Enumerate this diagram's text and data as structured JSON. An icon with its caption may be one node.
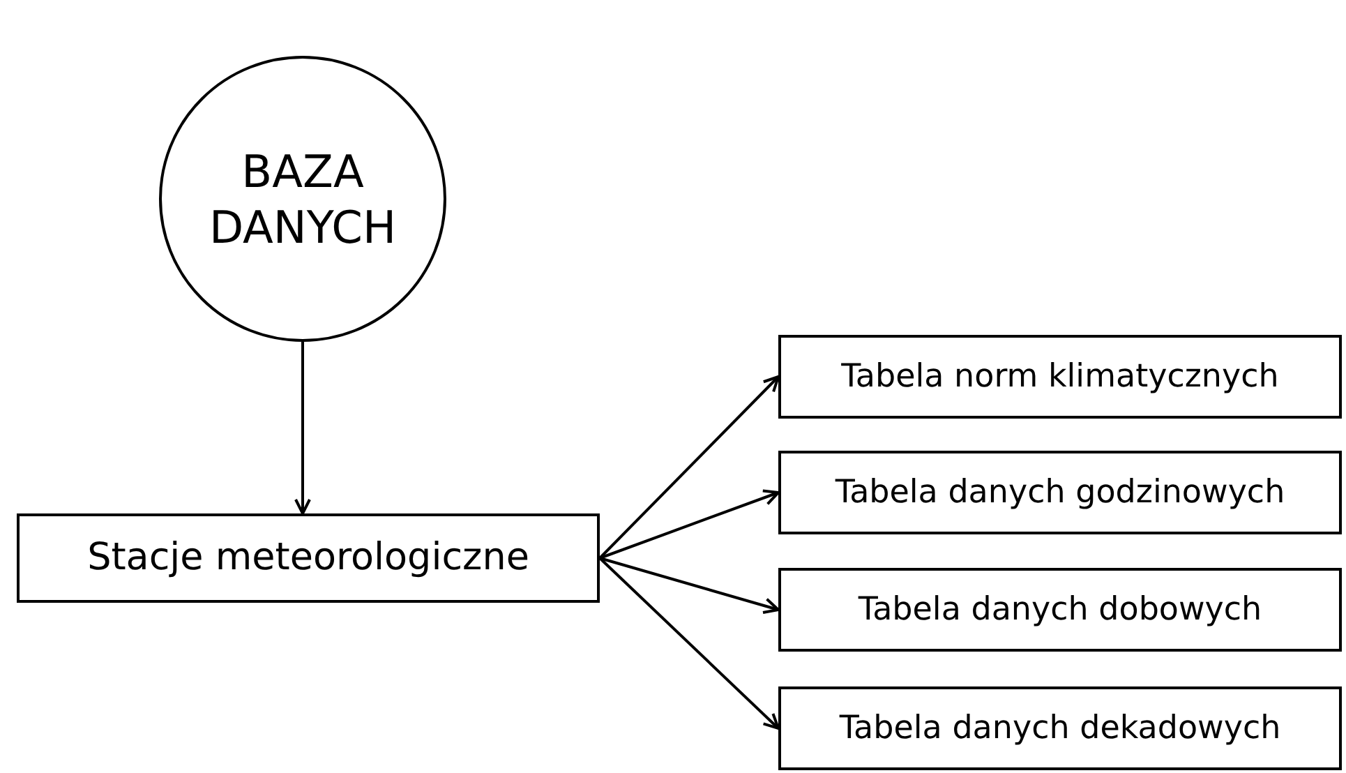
{
  "diagram": {
    "nodes": [
      {
        "text": [
          "BAZA DANYCH"
        ]
      },
      {
        "text": [
          "Stacje meteorologiczne"
        ]
      },
      {
        "text": [
          "Tabela norm klimatycznych"
        ]
      },
      {
        "text": [
          "Tabela danych godzinowych"
        ]
      },
      {
        "text": [
          "Tabela danych dobowych"
        ]
      },
      {
        "text": [
          "Tabela danych dekadowych"
        ]
      }
    ],
    "edges": [
      {
        "from": 0,
        "to": 1,
        "arrow": "to"
      },
      {
        "from": 1,
        "to": 2,
        "arrow": "to"
      },
      {
        "from": 1,
        "to": 3,
        "arrow": "to"
      },
      {
        "from": 1,
        "to": 4,
        "arrow": "to"
      },
      {
        "from": 1,
        "to": 5,
        "arrow": "to"
      }
    ]
  }
}
